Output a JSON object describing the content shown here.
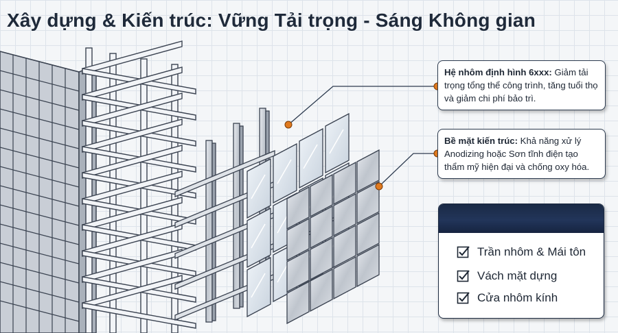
{
  "title": "Xây dựng & Kiến trúc: Vững Tải trọng - Sáng Không gian",
  "callouts": {
    "aluminum": {
      "heading": "Hệ nhôm định hình 6xxx:",
      "text": " Giảm tải trọng tổng thể công trình, tăng tuổi thọ và giảm chi phí bảo trì."
    },
    "surface": {
      "heading": "Bề mặt kiến trúc:",
      "text": " Khả năng xử lý Anodizing hoặc Sơn tĩnh điện tạo thẩm mỹ hiện đại và chống oxy hóa."
    }
  },
  "services": [
    "Trần nhôm & Mái tôn",
    "Vách mặt dựng",
    "Cửa nhôm kính"
  ],
  "colors": {
    "accent_marker": "#e07a1f",
    "navy_header": "#1a2a45",
    "frame_stroke": "#3a4250"
  },
  "icons": {
    "checkbox": "checkbox-checked-icon"
  }
}
